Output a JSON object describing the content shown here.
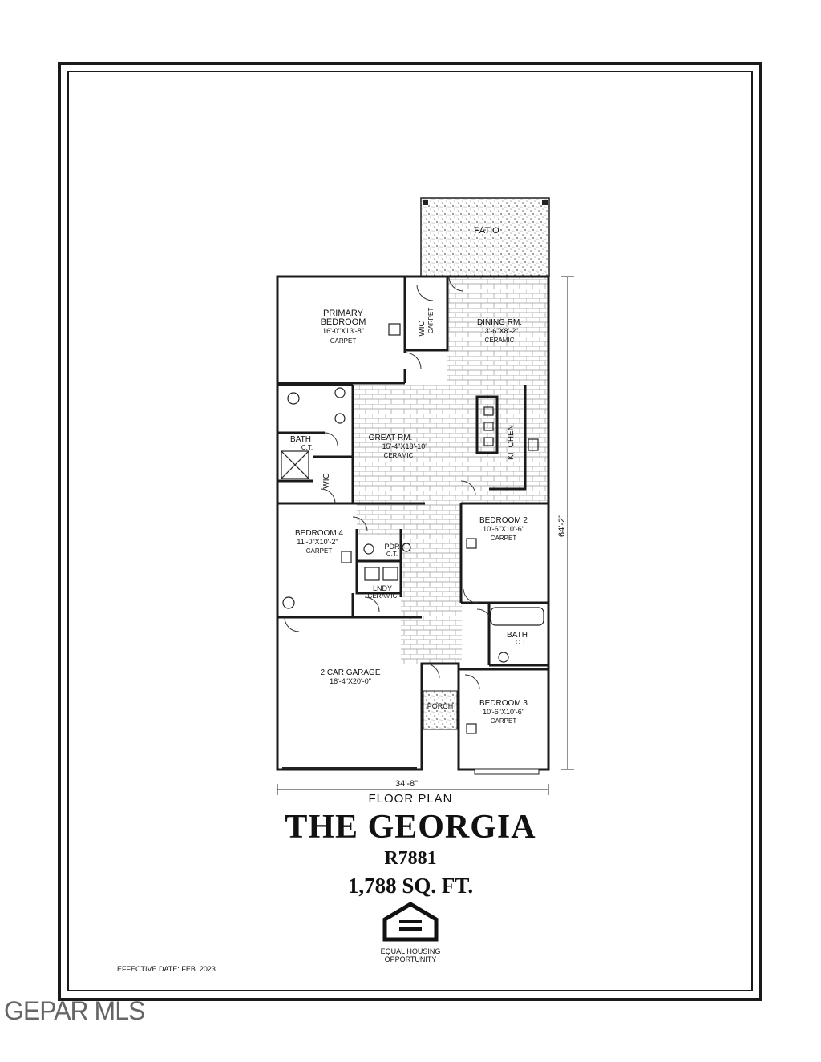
{
  "plan": {
    "patio": "PATIO",
    "primary_bedroom": {
      "name": "PRIMARY\nBEDROOM",
      "dims": "16'-0\"X13'-8\"",
      "floor": "CARPET"
    },
    "primary_wic": "WIC",
    "primary_wic_floor": "CARPET",
    "dining": {
      "name": "DINING RM.",
      "dims": "13'-6\"X8'-2\"",
      "floor": "CERAMIC"
    },
    "great_room": {
      "name": "GREAT RM.",
      "dims": "15'-4\"X13'-10\"",
      "floor": "CERAMIC"
    },
    "kitchen": "KITCHEN",
    "bath1": {
      "name": "BATH",
      "floor": "C.T."
    },
    "wic2": "WIC",
    "bedroom2": {
      "name": "BEDROOM 2",
      "dims": "10'-6\"X10'-6\"",
      "floor": "CARPET"
    },
    "bedroom4": {
      "name": "BEDROOM 4",
      "dims": "11'-0\"X10'-2\"",
      "floor": "CARPET"
    },
    "pdr": {
      "name": "PDR",
      "floor": "C.T."
    },
    "lndy": {
      "name": "LNDY",
      "floor": "CERAMIC"
    },
    "bath2": {
      "name": "BATH",
      "floor": "C.T."
    },
    "garage": {
      "name": "2 CAR GARAGE",
      "dims": "18'-4\"X20'-0\""
    },
    "porch": "PORCH",
    "bedroom3": {
      "name": "BEDROOM 3",
      "dims": "10'-6\"X10'-6\"",
      "floor": "CARPET"
    },
    "dim_width": "34'-8\"",
    "dim_depth": "64'-2\""
  },
  "footer": {
    "floor_plan": "FLOOR PLAN",
    "title": "THE GEORGIA",
    "model": "R7881",
    "sqft": "1,788 SQ. FT.",
    "eho_line1": "EQUAL HOUSING",
    "eho_line2": "OPPORTUNITY",
    "effective_date": "EFFECTIVE DATE: FEB. 2023"
  },
  "watermark": "GEPAR MLS"
}
